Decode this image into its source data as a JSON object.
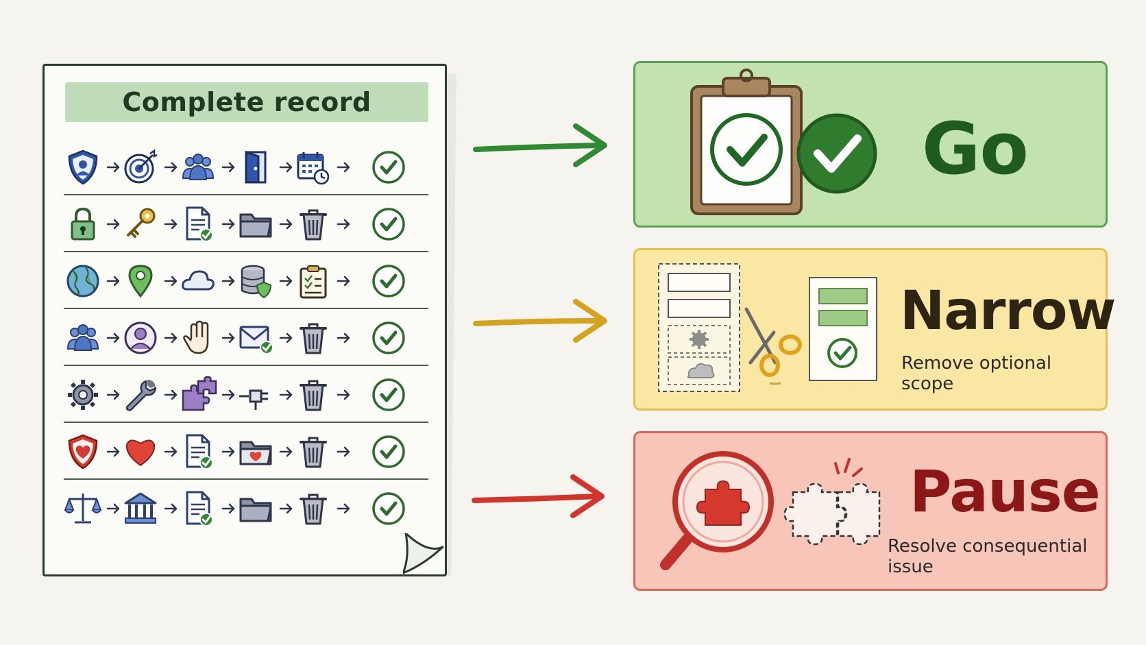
{
  "record": {
    "title": "Complete record",
    "rows": [
      {
        "icons": [
          "shield-user-icon",
          "target-icon",
          "people-group-icon",
          "door-icon",
          "calendar-clock-icon"
        ],
        "status": "check-icon"
      },
      {
        "icons": [
          "padlock-icon",
          "key-icon",
          "document-check-icon",
          "folder-icon",
          "trash-icon"
        ],
        "status": "check-icon"
      },
      {
        "icons": [
          "globe-icon",
          "map-pin-icon",
          "cloud-icon",
          "database-shield-icon",
          "clipboard-list-icon"
        ],
        "status": "check-icon"
      },
      {
        "icons": [
          "people-group-icon",
          "user-avatar-icon",
          "raised-hand-icon",
          "envelope-check-icon",
          "trash-icon"
        ],
        "status": "check-icon"
      },
      {
        "icons": [
          "gear-icon",
          "wrench-icon",
          "puzzle-icon",
          "plug-icon",
          "trash-icon"
        ],
        "status": "check-icon"
      },
      {
        "icons": [
          "shield-heart-icon",
          "heart-icon",
          "document-check-icon",
          "folder-heart-icon",
          "trash-icon"
        ],
        "status": "check-icon"
      },
      {
        "icons": [
          "scales-icon",
          "bank-icon",
          "document-check-icon",
          "folder-icon",
          "trash-icon"
        ],
        "status": "check-icon"
      }
    ]
  },
  "outcomes": {
    "go": {
      "title": "Go",
      "color": "#5aa153",
      "icons": [
        "clipboard-check-icon",
        "check-badge-icon"
      ]
    },
    "narrow": {
      "title": "Narrow",
      "subtitle": "Remove optional scope",
      "color": "#e6c04a",
      "icons": [
        "scope-list-icon",
        "scissors-icon",
        "trimmed-list-icon"
      ]
    },
    "pause": {
      "title": "Pause",
      "subtitle": "Resolve consequential issue",
      "color": "#d9675a",
      "icons": [
        "magnifier-puzzle-icon",
        "puzzle-pieces-icon"
      ]
    }
  }
}
